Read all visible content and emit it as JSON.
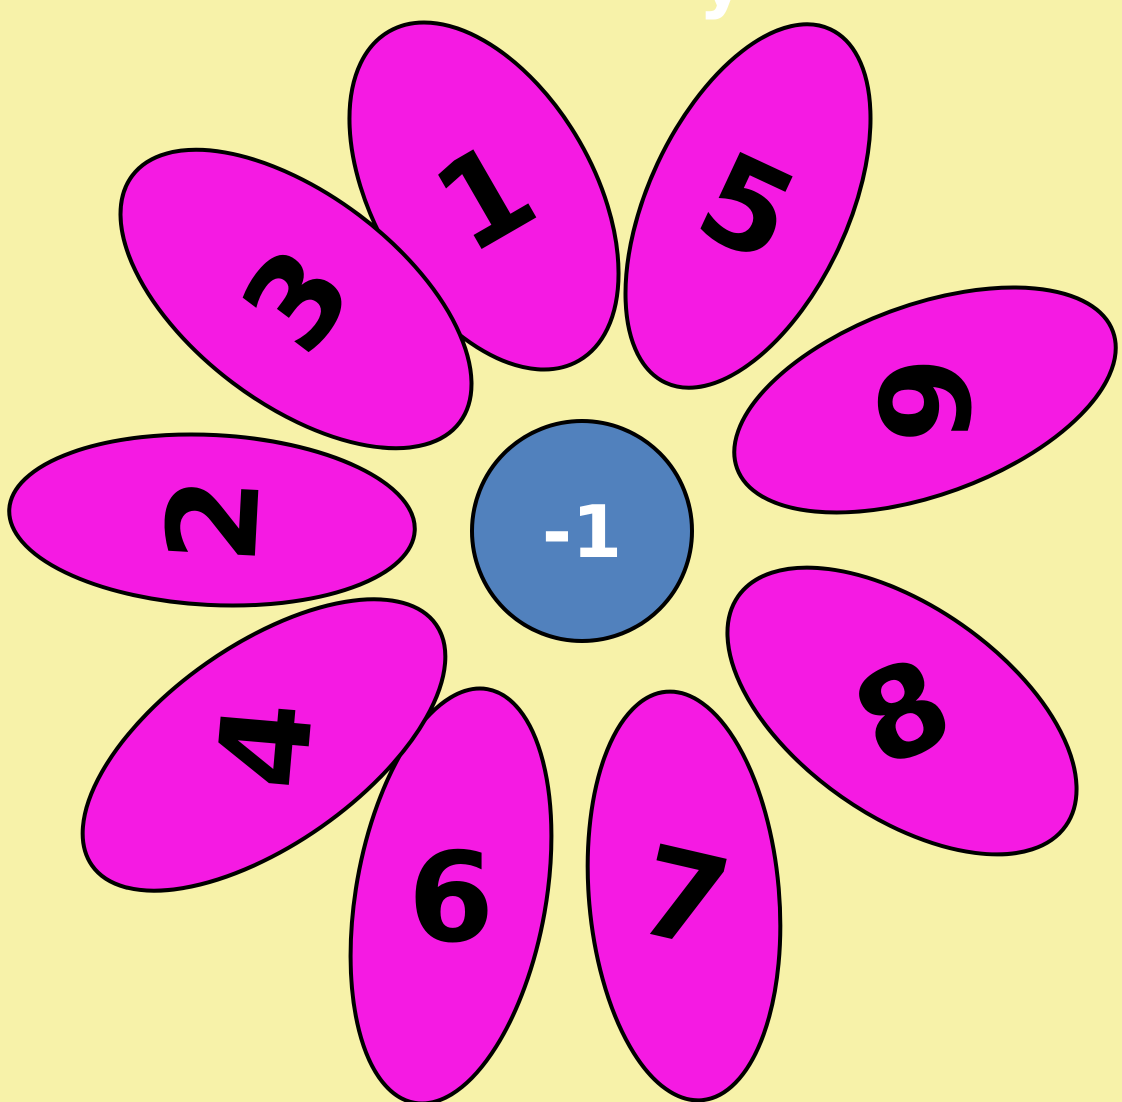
{
  "colors": {
    "background": "#F7F2A9",
    "petal": "#F51AE3",
    "center": "#5181BD",
    "outline": "#000000",
    "petal_text": "#000000",
    "center_text": "#FFFFFF"
  },
  "top_glyph": "y",
  "center": {
    "label": "-1"
  },
  "petals": [
    {
      "label": "1"
    },
    {
      "label": "5"
    },
    {
      "label": "9"
    },
    {
      "label": "8"
    },
    {
      "label": "7"
    },
    {
      "label": "6"
    },
    {
      "label": "4"
    },
    {
      "label": "2"
    },
    {
      "label": "3"
    }
  ]
}
